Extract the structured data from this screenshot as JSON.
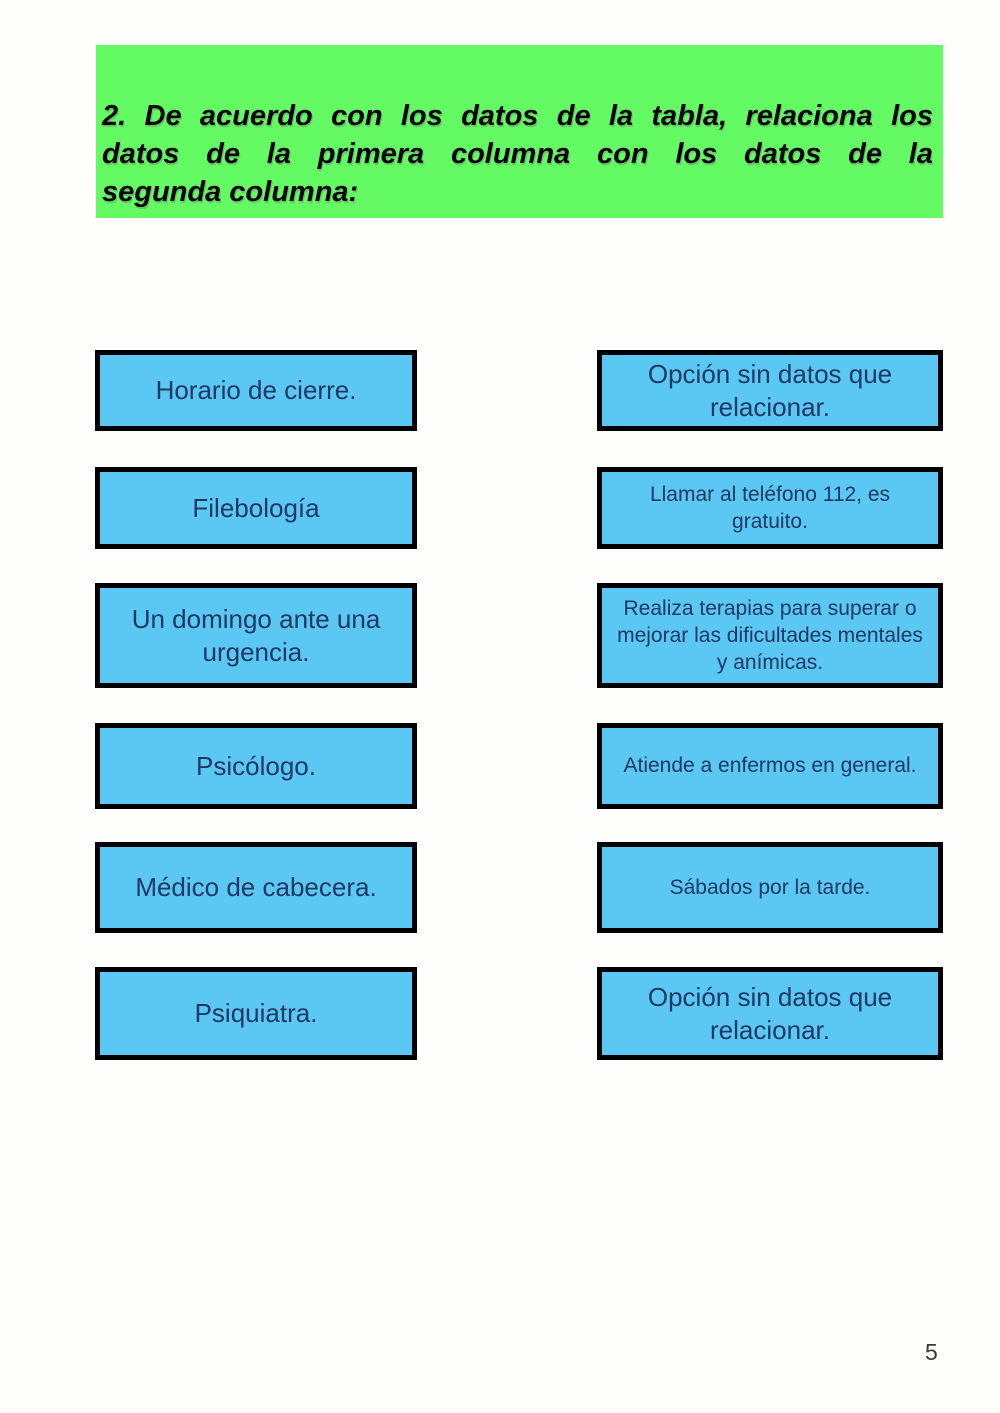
{
  "instruction": {
    "lines": [
      "2. De acuerdo con los datos de la tabla, relaciona los",
      "datos de la primera columna con los datos de la",
      "segunda columna:"
    ]
  },
  "matching": {
    "left_column": [
      {
        "label": "Horario de cierre."
      },
      {
        "label": "Filebología"
      },
      {
        "label": "Un domingo ante una urgencia."
      },
      {
        "label": "Psicólogo."
      },
      {
        "label": "Médico de cabecera."
      },
      {
        "label": "Psiquiatra."
      }
    ],
    "right_column": [
      {
        "label": "Opción sin datos que relacionar."
      },
      {
        "label": "Llamar al teléfono 112, es gratuito."
      },
      {
        "label": "Realiza terapias para superar o mejorar las dificultades mentales y anímicas."
      },
      {
        "label": "Atiende a enfermos en general."
      },
      {
        "label": "Sábados por la tarde."
      },
      {
        "label": "Opción sin datos que relacionar."
      }
    ]
  },
  "page": {
    "number": "5"
  },
  "colors": {
    "header_bg": "#63fa63",
    "box_bg": "#5bc8f3",
    "box_text": "#1f3864",
    "box_border": "#000000"
  }
}
